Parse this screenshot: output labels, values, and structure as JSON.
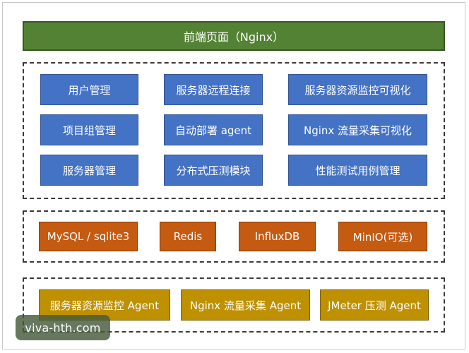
{
  "frontend": {
    "label": "前端页面（Nginx）",
    "color": "#548235"
  },
  "modules": {
    "color": "#4472c4",
    "items": [
      "用户管理",
      "服务器远程连接",
      "服务器资源监控可视化",
      "项目组管理",
      "自动部署 agent",
      "Nginx 流量采集可视化",
      "服务器管理",
      "分布式压测模块",
      "性能测试用例管理"
    ]
  },
  "storage": {
    "color": "#c55a11",
    "items": [
      "MySQL / sqlite3",
      "Redis",
      "InfluxDB",
      "MinIO(可选)"
    ]
  },
  "agents": {
    "color": "#bf9000",
    "items": [
      "服务器资源监控 Agent",
      "Nginx 流量采集 Agent",
      "JMeter 压测 Agent"
    ]
  },
  "watermark": "viva-hth.com"
}
